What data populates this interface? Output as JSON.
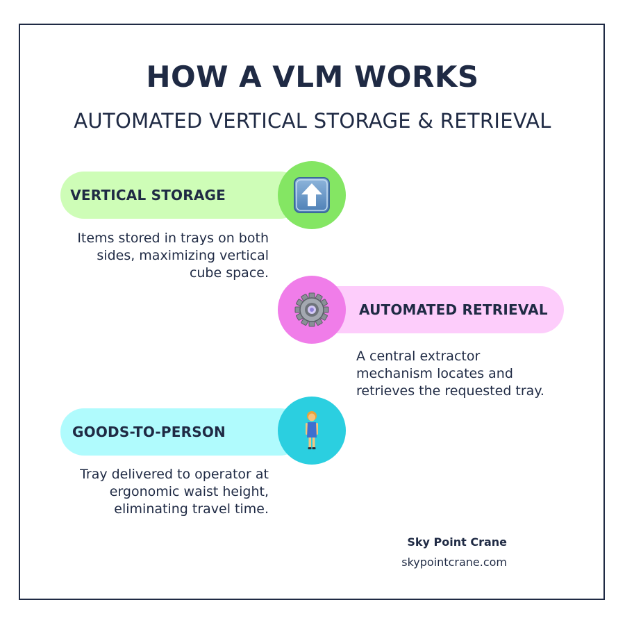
{
  "header": {
    "title": "HOW A VLM WORKS",
    "subtitle": "AUTOMATED VERTICAL STORAGE & RETRIEVAL"
  },
  "steps": [
    {
      "label": "VERTICAL STORAGE",
      "icon": "up-arrow-icon",
      "pill_color": "#cefdb7",
      "circle_color": "#84e663",
      "desc_lines": [
        "Items stored in trays on both",
        "sides, maximizing vertical",
        "cube space."
      ]
    },
    {
      "label": "AUTOMATED RETRIEVAL",
      "icon": "gear-icon",
      "pill_color": "#fdcdfb",
      "circle_color": "#f07de9",
      "desc_lines": [
        "A central extractor",
        "mechanism locates and",
        "retrieves the requested tray."
      ]
    },
    {
      "label": "GOODS-TO-PERSON",
      "icon": "person-icon",
      "pill_color": "#b0fbfd",
      "circle_color": "#2bcfe0",
      "desc_lines": [
        "Tray delivered to operator at",
        "ergonomic waist height,",
        "eliminating travel time."
      ]
    }
  ],
  "footer": {
    "brand": "Sky Point Crane",
    "url": "skypointcrane.com"
  }
}
